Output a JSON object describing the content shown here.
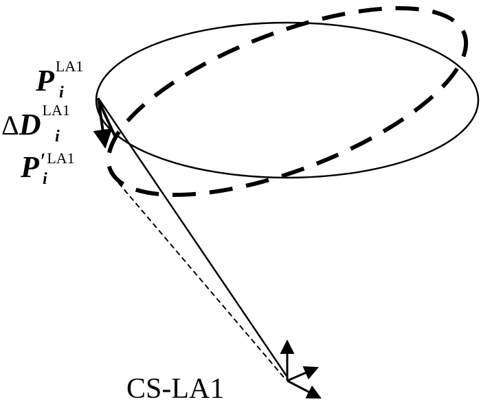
{
  "labels": {
    "p_main": "P",
    "p_sub": "i",
    "p_sup": "LA1",
    "delta_symbol": "Δ",
    "d_main": "D",
    "d_sub": "i",
    "d_sup": "LA1",
    "pprime_main": "P",
    "pprime_sub": "i",
    "pprime_mark": "′",
    "pprime_sup": "LA1",
    "frame": "CS-LA1"
  },
  "colors": {
    "ink": "#000000",
    "background": "#ffffff"
  }
}
